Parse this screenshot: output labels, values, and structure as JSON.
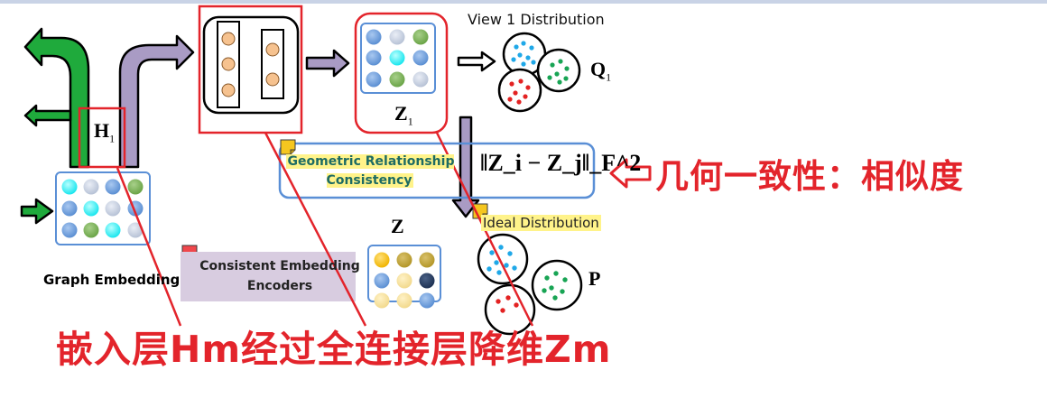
{
  "labels": {
    "view1_distribution": "View 1 Distribution",
    "q1_main": "Q",
    "q1_sub": "1",
    "h1_main": "H",
    "h1_sub": "1",
    "z1_main": "Z",
    "z1_sub": "1",
    "z": "Z",
    "p": "P",
    "geometric_consistency": "Geometric Relationship Consistency",
    "formula": "‖Z_i − Z_j‖_F^2",
    "ideal_distribution": "Ideal Distribution",
    "graph_embedding": "Graph Embedding",
    "consistent_encoders": "Consistent Embedding Encoders"
  },
  "annotations": {
    "similarity": "几何一致性：相似度",
    "dimension_reduction": "嵌入层Hm经过全连接层降维Zm"
  },
  "colors": {
    "annotation_red": "#e3242b",
    "arrow_green": "#1faa3c",
    "arrow_purple": "#a99bc4",
    "highlight_yellow": "#fff38a",
    "blue_box": "#5a8fd6",
    "node_orange": "#f6c28f"
  },
  "icons": {
    "back_arrow": "left-open-arrow-icon",
    "note_marker": "sticky-note-icon"
  }
}
